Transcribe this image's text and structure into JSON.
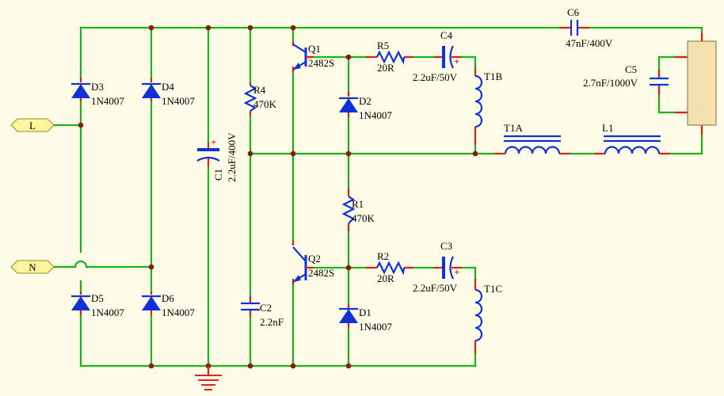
{
  "ports": {
    "L": "L",
    "N": "N"
  },
  "components": {
    "D3": {
      "ref": "D3",
      "value": "1N4007"
    },
    "D4": {
      "ref": "D4",
      "value": "1N4007"
    },
    "D5": {
      "ref": "D5",
      "value": "1N4007"
    },
    "D6": {
      "ref": "D6",
      "value": "1N4007"
    },
    "C1": {
      "ref": "C1",
      "value": "2.2uF/400V"
    },
    "R4": {
      "ref": "R4",
      "value": "470K"
    },
    "C2": {
      "ref": "C2",
      "value": "2.2nF"
    },
    "Q1": {
      "ref": "Q1",
      "value": "2482S"
    },
    "Q2": {
      "ref": "Q2",
      "value": "2482S"
    },
    "D2": {
      "ref": "D2",
      "value": "1N4007"
    },
    "D1": {
      "ref": "D1",
      "value": "1N4007"
    },
    "R1": {
      "ref": "R1",
      "value": "470K"
    },
    "R5": {
      "ref": "R5",
      "value": "20R"
    },
    "R2": {
      "ref": "R2",
      "value": "20R"
    },
    "C4": {
      "ref": "C4",
      "value": "2.2uF/50V"
    },
    "C3": {
      "ref": "C3",
      "value": "2.2uF/50V"
    },
    "T1B": {
      "ref": "T1B"
    },
    "T1C": {
      "ref": "T1C"
    },
    "T1A": {
      "ref": "T1A"
    },
    "L1": {
      "ref": "L1"
    },
    "C6": {
      "ref": "C6",
      "value": "47nF/400V"
    },
    "C5": {
      "ref": "C5",
      "value": "2.7nF/1000V"
    }
  },
  "polarity_mark": "+",
  "colors": {
    "wire": "#18b418",
    "pin": "#e0201e",
    "component": "#1030d8",
    "junction": "#8a1a10",
    "background": "#fffde7",
    "lamp": "#f3e2b0"
  }
}
